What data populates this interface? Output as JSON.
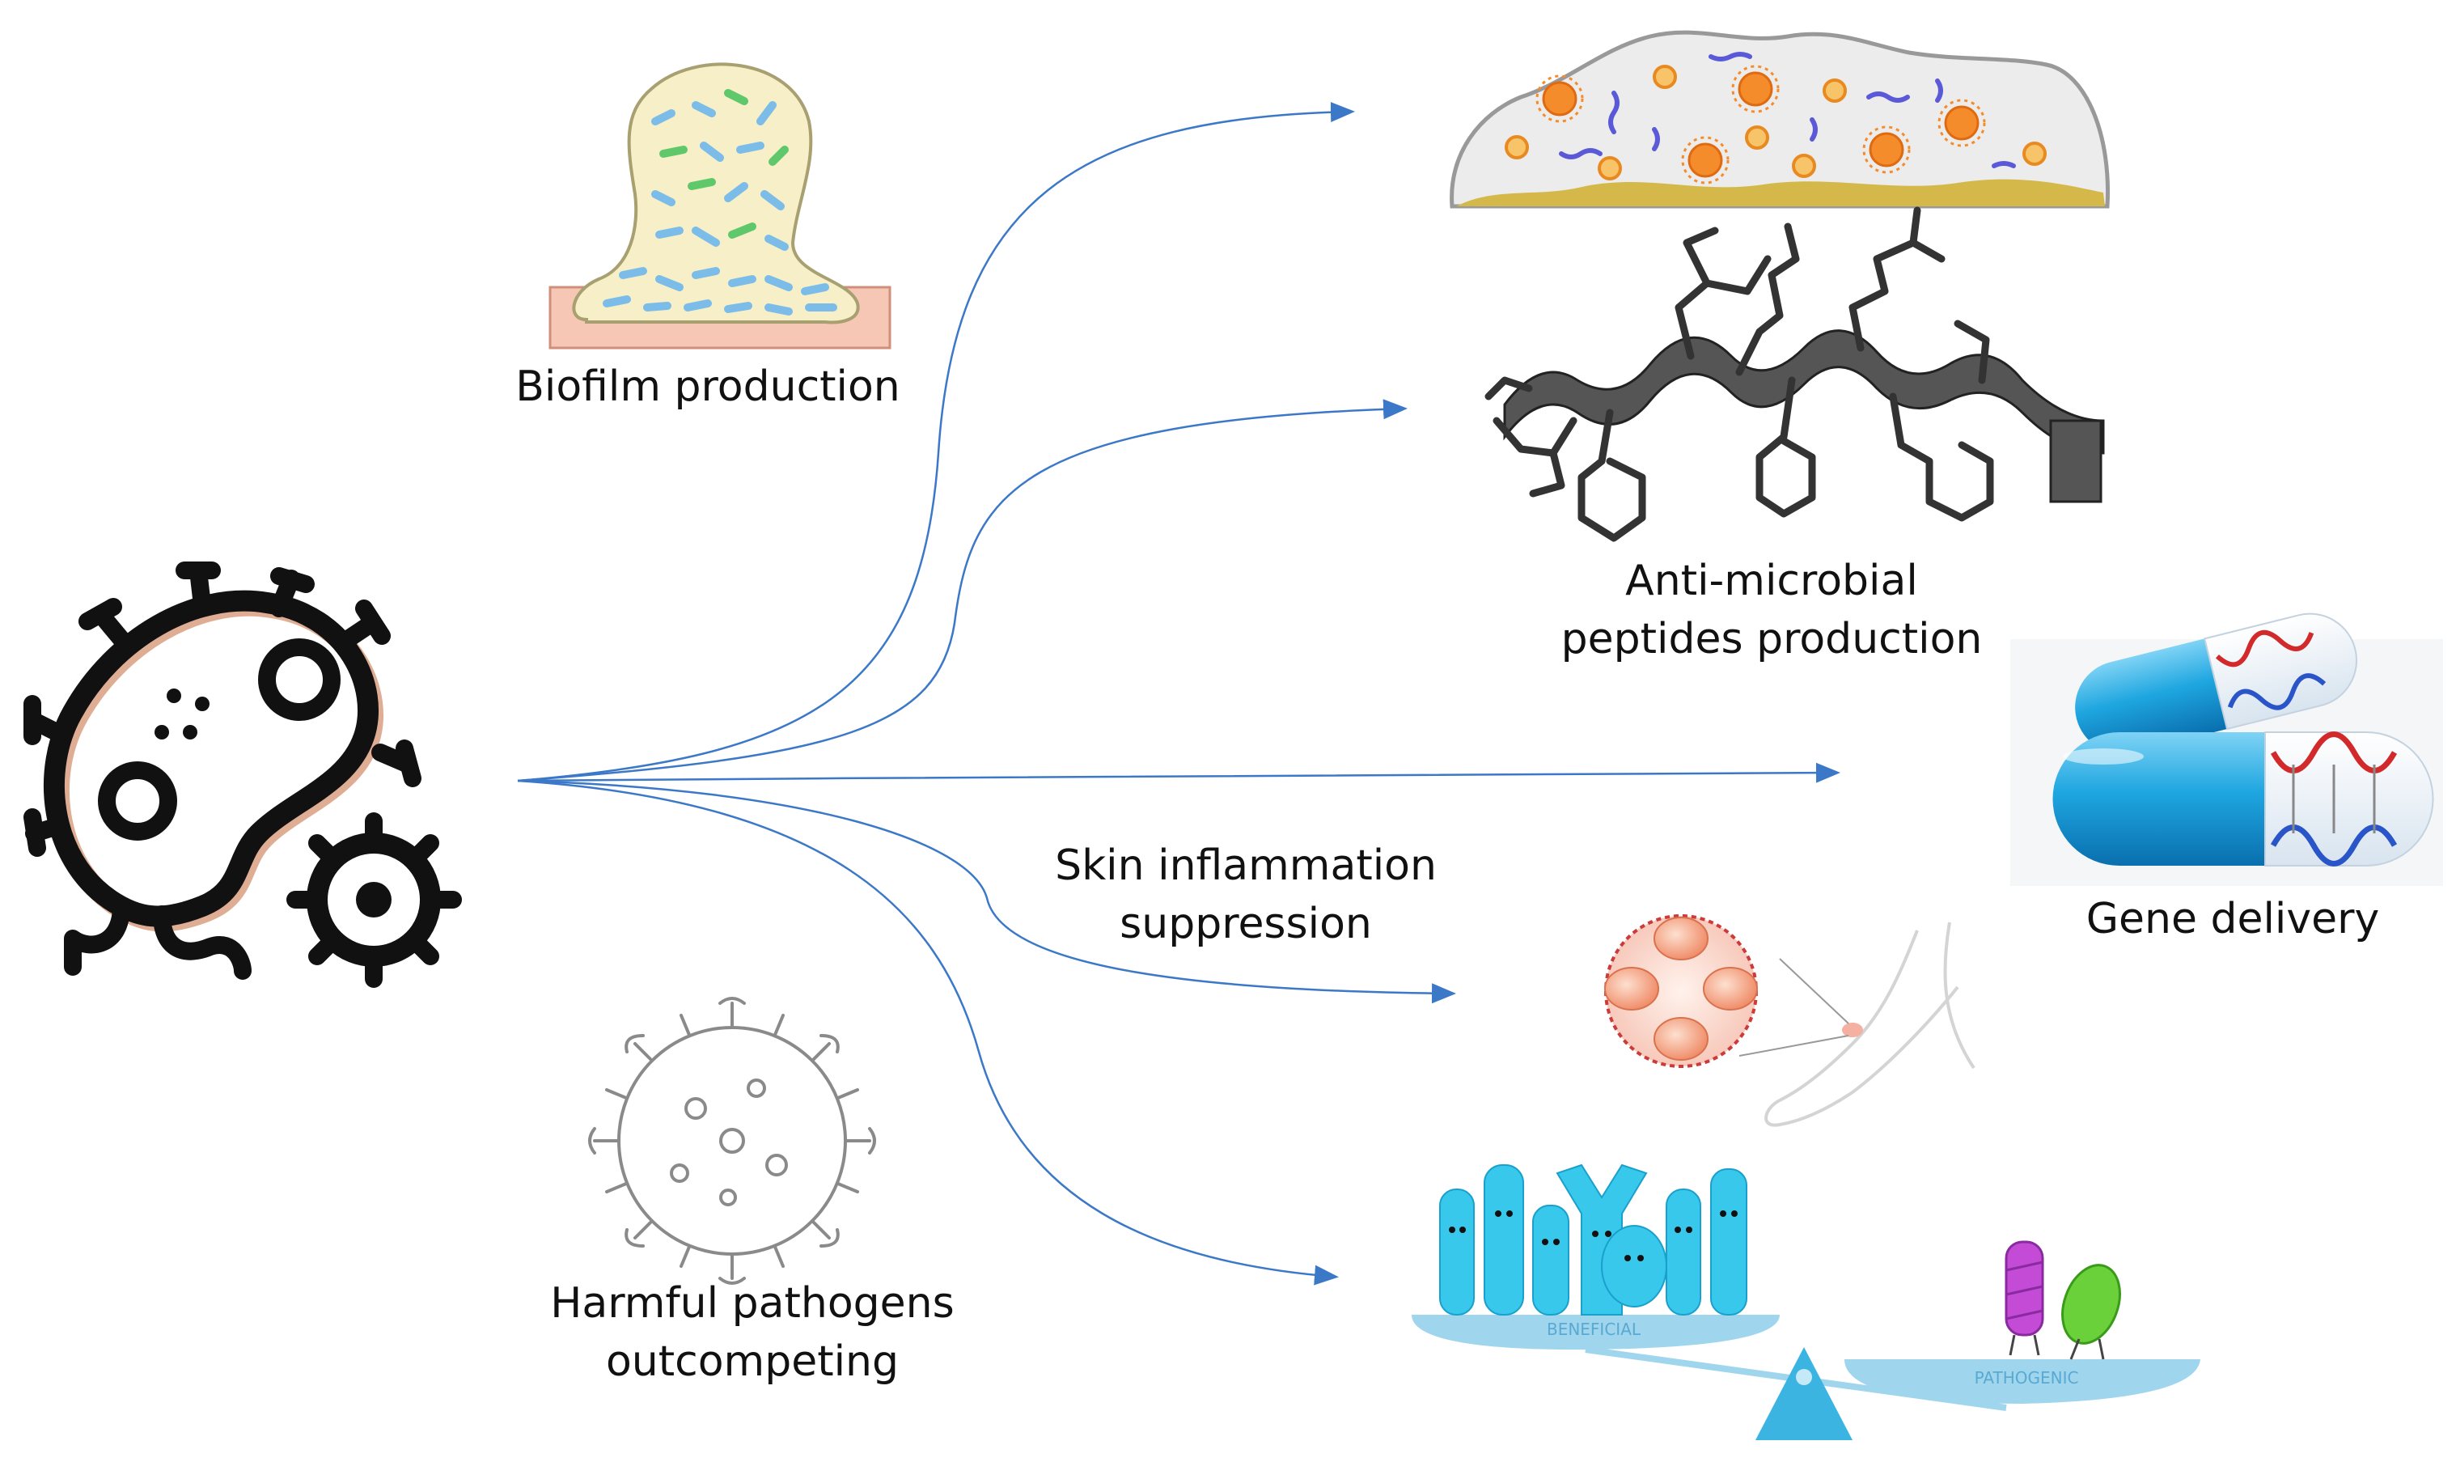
{
  "diagram": {
    "labels": {
      "biofilm": "Biofilm production",
      "amp_line1": "Anti-microbial",
      "amp_line2": "peptides production",
      "gene": "Gene delivery",
      "skin_line1": "Skin inflammation",
      "skin_line2": "suppression",
      "pathogen_line1": "Harmful pathogens",
      "pathogen_line2": "outcompeting"
    },
    "inset_text": {
      "beneficial": "BENEFICIAL",
      "pathogenic": "PATHOGENIC"
    },
    "colors": {
      "arrow": "#3c78c8",
      "bacteria_outline": "#111111",
      "biofilm_fill": "#f6efc8",
      "biofilm_base": "#f3b9a6",
      "capsule_blue": "#1ea6e0",
      "beneficial_cyan": "#37c8ec",
      "skin_cell": "#f4a080"
    },
    "icons": [
      "bacteria-icon",
      "biofilm-illustration",
      "nanoparticle-illustration",
      "peptide-helix-illustration",
      "gene-capsule-illustration",
      "skin-cells-illustration",
      "virus-icon",
      "microbiome-balance-illustration"
    ]
  }
}
